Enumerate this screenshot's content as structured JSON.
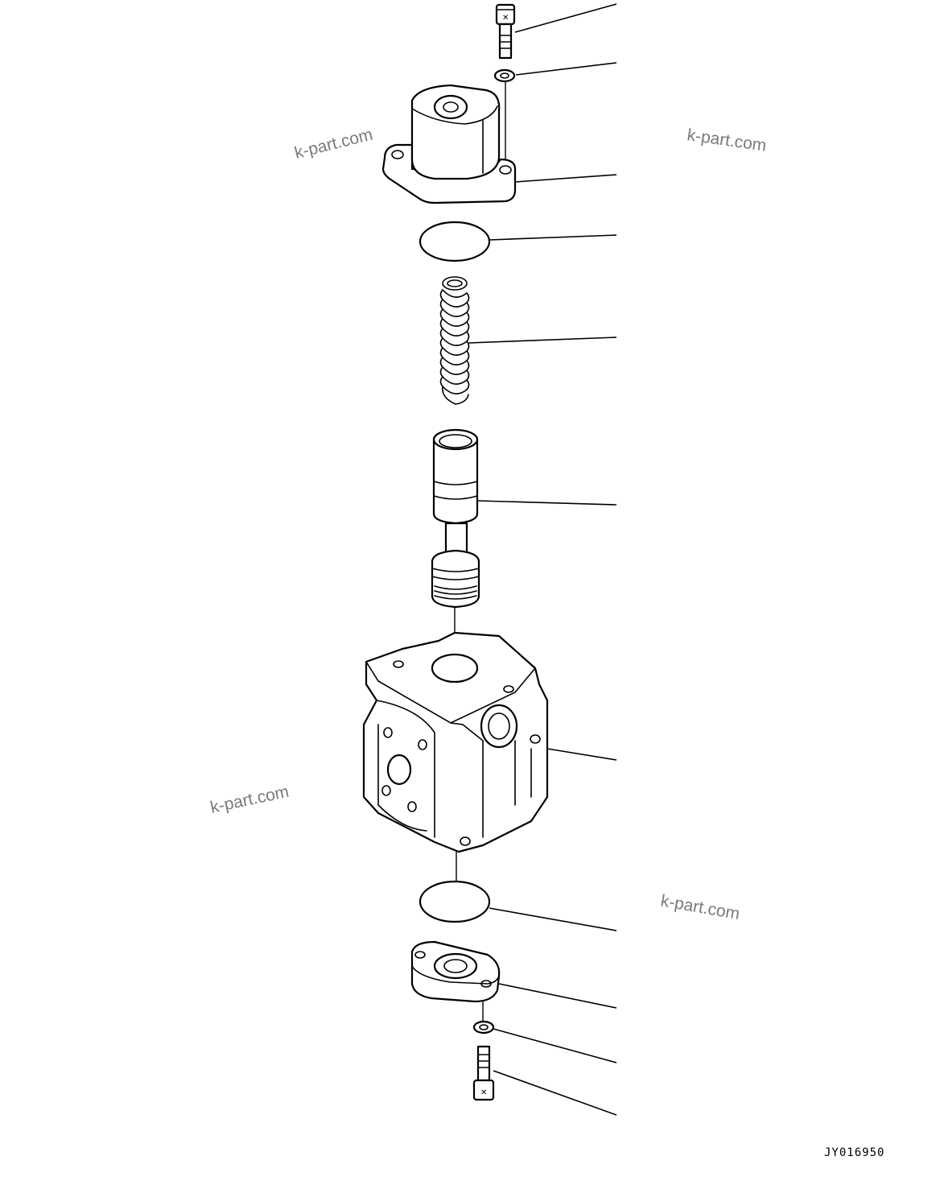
{
  "watermarks": [
    "k-part.com",
    "k-part.com",
    "k-part.com",
    "k-part.com"
  ],
  "drawing_code": "JY016950"
}
